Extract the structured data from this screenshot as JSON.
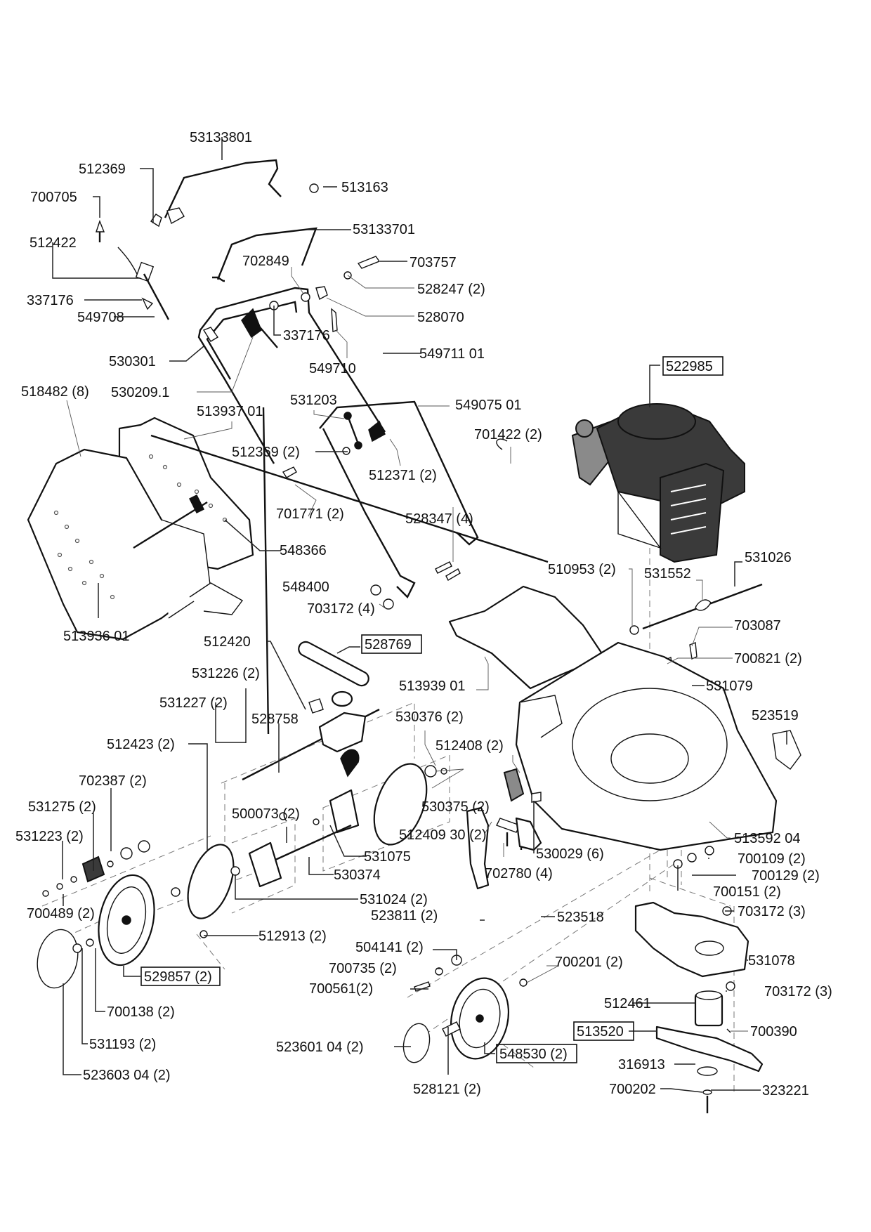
{
  "diagram": {
    "title": "Lawn mower exploded parts diagram",
    "labels": [
      {
        "id": "l1",
        "text": "53133801",
        "boxed": false
      },
      {
        "id": "l2",
        "text": "512369",
        "boxed": false
      },
      {
        "id": "l3",
        "text": "513163",
        "boxed": false
      },
      {
        "id": "l4",
        "text": "700705",
        "boxed": false
      },
      {
        "id": "l5",
        "text": "53133701",
        "boxed": false
      },
      {
        "id": "l6",
        "text": "512422",
        "boxed": false
      },
      {
        "id": "l7",
        "text": "702849",
        "boxed": false
      },
      {
        "id": "l8",
        "text": "703757",
        "boxed": false
      },
      {
        "id": "l9",
        "text": "528247 (2)",
        "boxed": false
      },
      {
        "id": "l10",
        "text": "337176",
        "boxed": false
      },
      {
        "id": "l11",
        "text": "549708",
        "boxed": false
      },
      {
        "id": "l12",
        "text": "528070",
        "boxed": false
      },
      {
        "id": "l13",
        "text": "337176",
        "boxed": false
      },
      {
        "id": "l14",
        "text": "530301",
        "boxed": false
      },
      {
        "id": "l15",
        "text": "549710",
        "boxed": false
      },
      {
        "id": "l16",
        "text": "549711 01",
        "boxed": false
      },
      {
        "id": "l17",
        "text": "530209.1",
        "boxed": false
      },
      {
        "id": "l18",
        "text": "522985",
        "boxed": true
      },
      {
        "id": "l19",
        "text": "518482 (8)",
        "boxed": false
      },
      {
        "id": "l20",
        "text": "513937 01",
        "boxed": false
      },
      {
        "id": "l21",
        "text": "531203",
        "boxed": false
      },
      {
        "id": "l22",
        "text": "549075 01",
        "boxed": false
      },
      {
        "id": "l23",
        "text": "701422 (2)",
        "boxed": false
      },
      {
        "id": "l24",
        "text": "512369 (2)",
        "boxed": false
      },
      {
        "id": "l25",
        "text": "512371 (2)",
        "boxed": false
      },
      {
        "id": "l26",
        "text": "701771 (2)",
        "boxed": false
      },
      {
        "id": "l27",
        "text": "528347 (4)",
        "boxed": false
      },
      {
        "id": "l28",
        "text": "548366",
        "boxed": false
      },
      {
        "id": "l29",
        "text": "531026",
        "boxed": false
      },
      {
        "id": "l30",
        "text": "510953 (2)",
        "boxed": false
      },
      {
        "id": "l31",
        "text": "531552",
        "boxed": false
      },
      {
        "id": "l32",
        "text": "548400",
        "boxed": false
      },
      {
        "id": "l33",
        "text": "703172 (4)",
        "boxed": false
      },
      {
        "id": "l34",
        "text": "703087",
        "boxed": false
      },
      {
        "id": "l35",
        "text": "513936 01",
        "boxed": false
      },
      {
        "id": "l36",
        "text": "512420",
        "boxed": false
      },
      {
        "id": "l37",
        "text": "528769",
        "boxed": true
      },
      {
        "id": "l38",
        "text": "700821 (2)",
        "boxed": false
      },
      {
        "id": "l39",
        "text": "531226 (2)",
        "boxed": false
      },
      {
        "id": "l40",
        "text": "513939 01",
        "boxed": false
      },
      {
        "id": "l41",
        "text": "531079",
        "boxed": false
      },
      {
        "id": "l42",
        "text": "531227 (2)",
        "boxed": false
      },
      {
        "id": "l43",
        "text": "528758",
        "boxed": false
      },
      {
        "id": "l44",
        "text": "530376 (2)",
        "boxed": false
      },
      {
        "id": "l45",
        "text": "523519",
        "boxed": false
      },
      {
        "id": "l46",
        "text": "512423 (2)",
        "boxed": false
      },
      {
        "id": "l47",
        "text": "512408 (2)",
        "boxed": false
      },
      {
        "id": "l48",
        "text": "702387 (2)",
        "boxed": false
      },
      {
        "id": "l49",
        "text": "531275 (2)",
        "boxed": false
      },
      {
        "id": "l50",
        "text": "500073 (2)",
        "boxed": false
      },
      {
        "id": "l51",
        "text": "530375 (2)",
        "boxed": false
      },
      {
        "id": "l52",
        "text": "531223 (2)",
        "boxed": false
      },
      {
        "id": "l53",
        "text": "512409 30 (2)",
        "boxed": false
      },
      {
        "id": "l54",
        "text": "513592 04",
        "boxed": false
      },
      {
        "id": "l55",
        "text": "531075",
        "boxed": false
      },
      {
        "id": "l56",
        "text": "530029 (6)",
        "boxed": false
      },
      {
        "id": "l57",
        "text": "700109 (2)",
        "boxed": false
      },
      {
        "id": "l58",
        "text": "530374",
        "boxed": false
      },
      {
        "id": "l59",
        "text": "702780 (4)",
        "boxed": false
      },
      {
        "id": "l60",
        "text": "700129 (2)",
        "boxed": false
      },
      {
        "id": "l61",
        "text": "531024 (2)",
        "boxed": false
      },
      {
        "id": "l62",
        "text": "700151 (2)",
        "boxed": false
      },
      {
        "id": "l63",
        "text": "700489 (2)",
        "boxed": false
      },
      {
        "id": "l64",
        "text": "523811 (2)",
        "boxed": false
      },
      {
        "id": "l65",
        "text": "703172 (3)",
        "boxed": false
      },
      {
        "id": "l66",
        "text": "523518",
        "boxed": false
      },
      {
        "id": "l67",
        "text": "512913 (2)",
        "boxed": false
      },
      {
        "id": "l68",
        "text": "504141 (2)",
        "boxed": false
      },
      {
        "id": "l69",
        "text": "531078",
        "boxed": false
      },
      {
        "id": "l70",
        "text": "700735 (2)",
        "boxed": false
      },
      {
        "id": "l71",
        "text": "700201 (2)",
        "boxed": false
      },
      {
        "id": "l72",
        "text": "529857 (2)",
        "boxed": true
      },
      {
        "id": "l73",
        "text": "700561(2)",
        "boxed": false
      },
      {
        "id": "l74",
        "text": "703172 (3)",
        "boxed": false
      },
      {
        "id": "l75",
        "text": "512461",
        "boxed": false
      },
      {
        "id": "l76",
        "text": "700138 (2)",
        "boxed": false
      },
      {
        "id": "l77",
        "text": "513520",
        "boxed": true
      },
      {
        "id": "l78",
        "text": "700390",
        "boxed": false
      },
      {
        "id": "l79",
        "text": "531193 (2)",
        "boxed": false
      },
      {
        "id": "l80",
        "text": "523601 04 (2)",
        "boxed": false
      },
      {
        "id": "l81",
        "text": "548530 (2)",
        "boxed": true
      },
      {
        "id": "l82",
        "text": "316913",
        "boxed": false
      },
      {
        "id": "l83",
        "text": "523603 04 (2)",
        "boxed": false
      },
      {
        "id": "l84",
        "text": "700202",
        "boxed": false
      },
      {
        "id": "l85",
        "text": "528121 (2)",
        "boxed": false
      },
      {
        "id": "l86",
        "text": "323221",
        "boxed": false
      }
    ]
  }
}
